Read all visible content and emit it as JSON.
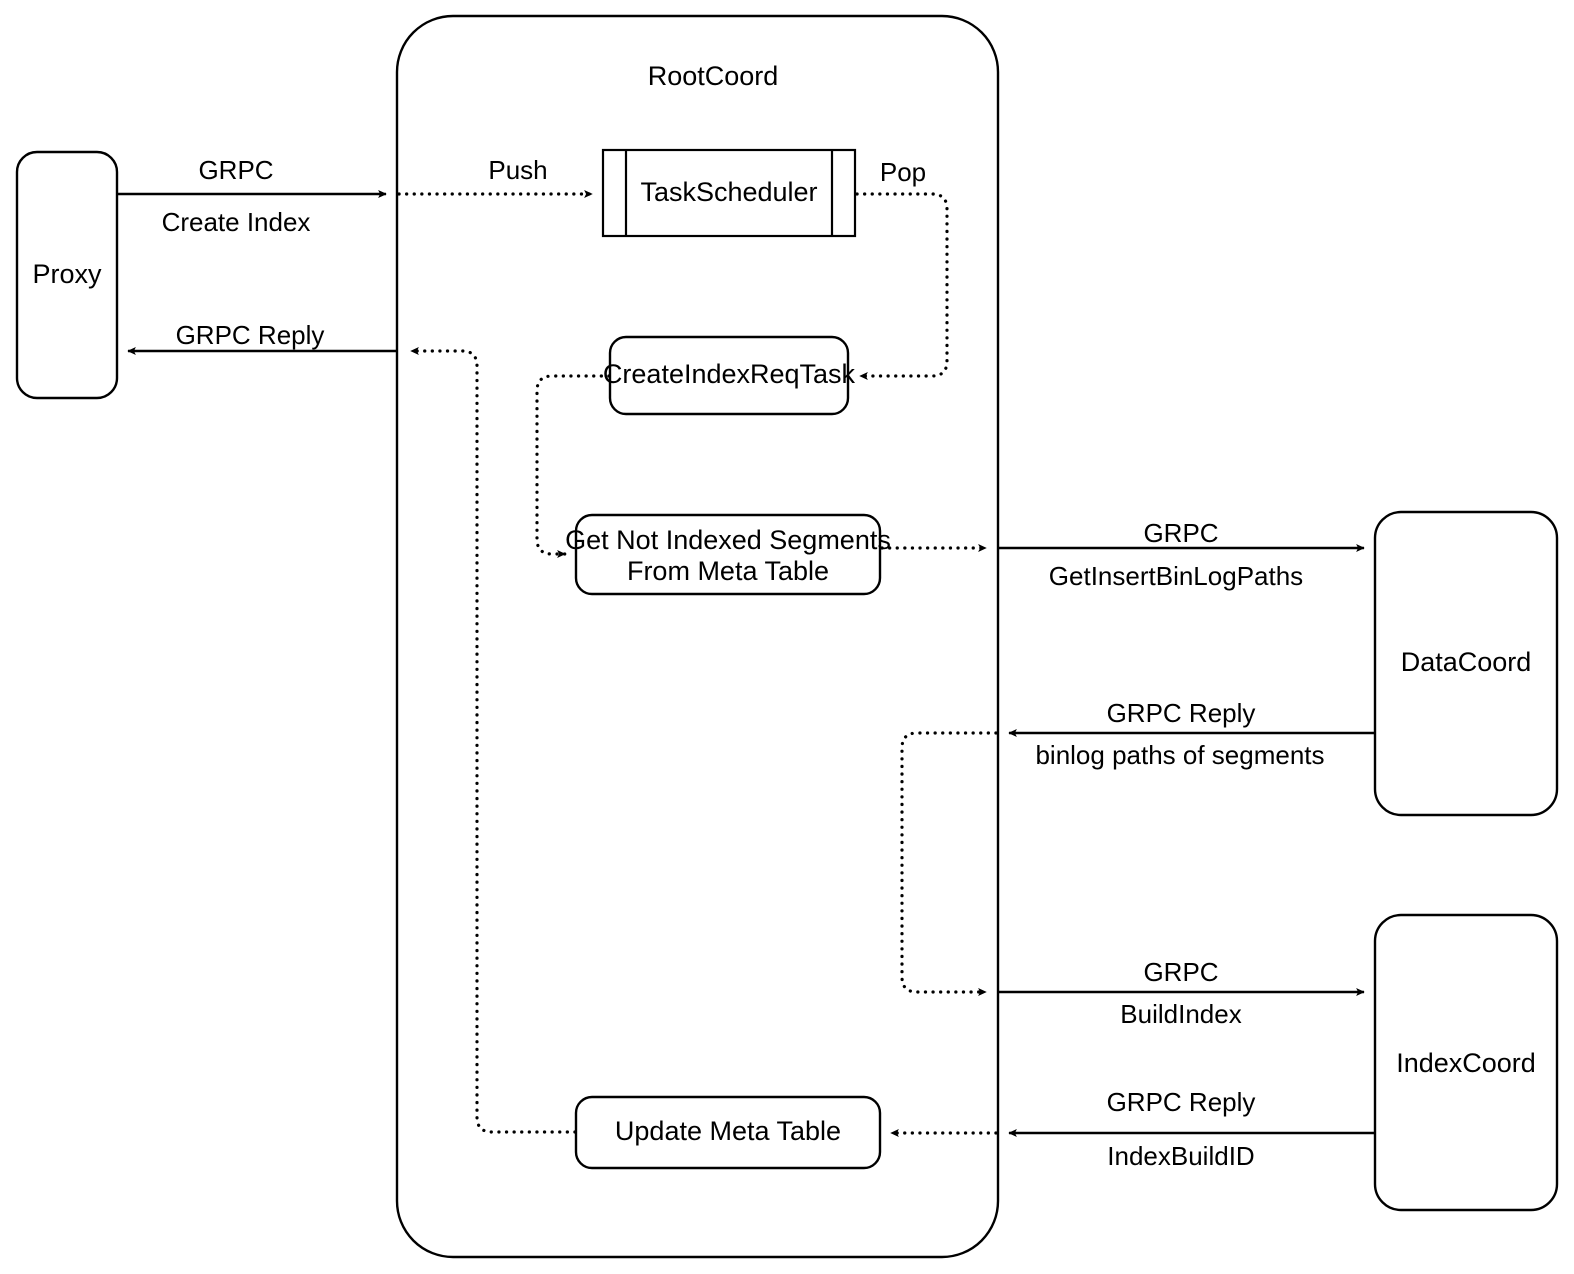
{
  "diagram": {
    "title_visible": false,
    "background": "#ffffff",
    "stroke": "#000000",
    "nodes": [
      {
        "id": "proxy",
        "label": "Proxy"
      },
      {
        "id": "rootcoord",
        "label": "RootCoord"
      },
      {
        "id": "taskscheduler",
        "label": "TaskScheduler"
      },
      {
        "id": "createindexreqtask",
        "label": "CreateIndexReqTask"
      },
      {
        "id": "getnotindexed",
        "label_line1": "Get Not Indexed Segments",
        "label_line2": "From Meta Table"
      },
      {
        "id": "updatemetatable",
        "label": "Update Meta Table"
      },
      {
        "id": "datacoord",
        "label": "DataCoord"
      },
      {
        "id": "indexcoord",
        "label": "IndexCoord"
      }
    ],
    "edges": [
      {
        "id": "proxy-to-rootcoord",
        "style": "solid",
        "label_top": "GRPC",
        "label_bottom": "Create Index"
      },
      {
        "id": "rootcoord-to-taskscheduler",
        "style": "dotted",
        "label_top": "Push",
        "label_bottom": ""
      },
      {
        "id": "taskscheduler-to-createindexreqtask",
        "style": "dotted",
        "label_top": "Pop",
        "label_bottom": ""
      },
      {
        "id": "createindexreqtask-to-getnotindexed",
        "style": "dotted",
        "label_top": "",
        "label_bottom": ""
      },
      {
        "id": "getnotindexed-to-boundary",
        "style": "dotted",
        "label_top": "",
        "label_bottom": ""
      },
      {
        "id": "rootcoord-to-datacoord",
        "style": "solid",
        "label_top": "GRPC",
        "label_bottom": "GetInsertBinLogPaths"
      },
      {
        "id": "datacoord-to-rootcoord",
        "style": "solid",
        "label_top": "GRPC Reply",
        "label_bottom": "binlog paths of segments"
      },
      {
        "id": "datacoord-reply-to-buildindex",
        "style": "dotted",
        "label_top": "",
        "label_bottom": ""
      },
      {
        "id": "rootcoord-to-indexcoord",
        "style": "solid",
        "label_top": "GRPC",
        "label_bottom": "BuildIndex"
      },
      {
        "id": "indexcoord-to-rootcoord",
        "style": "solid",
        "label_top": "GRPC Reply",
        "label_bottom": "IndexBuildID"
      },
      {
        "id": "boundary-to-updatemetatable",
        "style": "dotted",
        "label_top": "",
        "label_bottom": ""
      },
      {
        "id": "updatemetatable-to-proxy-reply",
        "style": "dotted",
        "label_top": "",
        "label_bottom": ""
      },
      {
        "id": "rootcoord-to-proxy",
        "style": "solid",
        "label_top": "GRPC Reply",
        "label_bottom": ""
      }
    ]
  },
  "labels": {
    "proxy": "Proxy",
    "rootcoord": "RootCoord",
    "taskscheduler": "TaskScheduler",
    "createindexreqtask": "CreateIndexReqTask",
    "getnotindexed_l1": "Get Not Indexed Segments",
    "getnotindexed_l2": "From Meta Table",
    "updatemetatable": "Update Meta Table",
    "datacoord": "DataCoord",
    "indexcoord": "IndexCoord",
    "grpc_1": "GRPC",
    "create_index": "Create Index",
    "grpc_reply_1": "GRPC Reply",
    "push": "Push",
    "pop": "Pop",
    "grpc_2": "GRPC",
    "getinsertbinlogpaths": "GetInsertBinLogPaths",
    "grpc_reply_2": "GRPC Reply",
    "binlog_paths": "binlog paths of segments",
    "grpc_3": "GRPC",
    "buildindex": "BuildIndex",
    "grpc_reply_3": "GRPC Reply",
    "indexbuildid": "IndexBuildID"
  }
}
